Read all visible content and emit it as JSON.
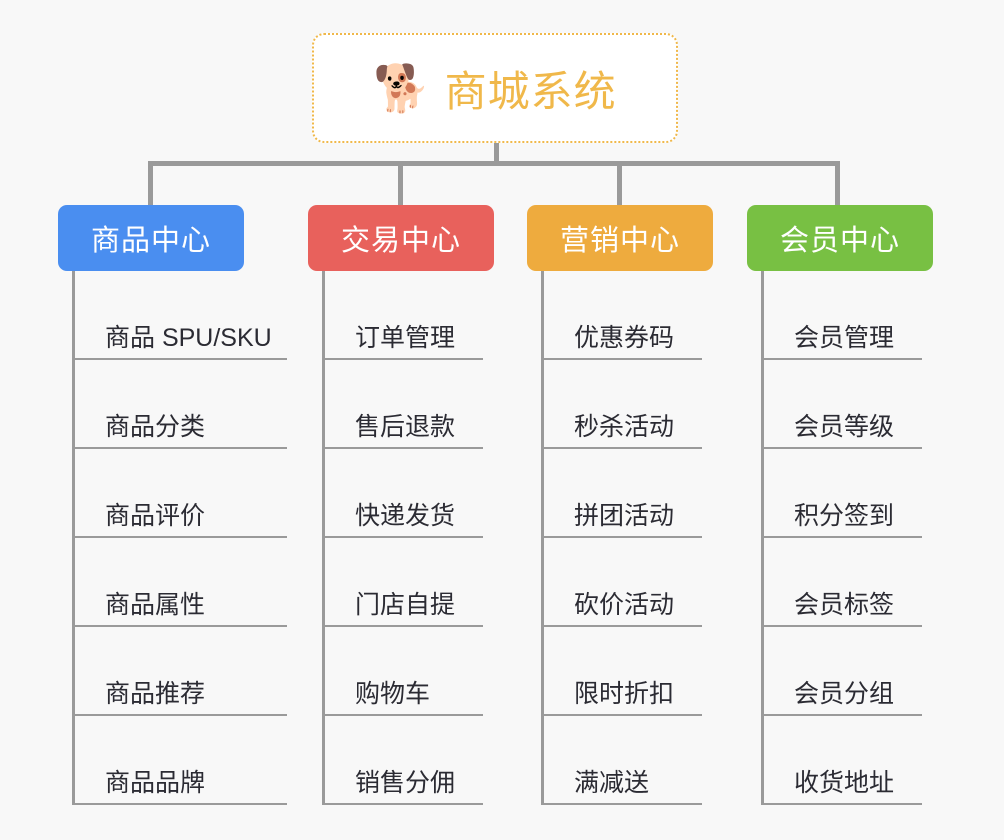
{
  "background_color": "#f8f8f8",
  "connector_color": "#9a9a9a",
  "root": {
    "icon": "shiba-dog-icon",
    "icon_glyph": "🐕",
    "title": "商城系统",
    "accent_color": "#f0b84a",
    "border_style": "dotted"
  },
  "branches": [
    {
      "label": "商品中心",
      "color": "#4a8ef0",
      "items": [
        "商品 SPU/SKU",
        "商品分类",
        "商品评价",
        "商品属性",
        "商品推荐",
        "商品品牌"
      ]
    },
    {
      "label": "交易中心",
      "color": "#e8615c",
      "items": [
        "订单管理",
        "售后退款",
        "快递发货",
        "门店自提",
        "购物车",
        "销售分佣"
      ]
    },
    {
      "label": "营销中心",
      "color": "#eeab3e",
      "items": [
        "优惠券码",
        "秒杀活动",
        "拼团活动",
        "砍价活动",
        "限时折扣",
        "满减送"
      ]
    },
    {
      "label": "会员中心",
      "color": "#78c043",
      "items": [
        "会员管理",
        "会员等级",
        "积分签到",
        "会员标签",
        "会员分组",
        "收货地址"
      ]
    }
  ]
}
